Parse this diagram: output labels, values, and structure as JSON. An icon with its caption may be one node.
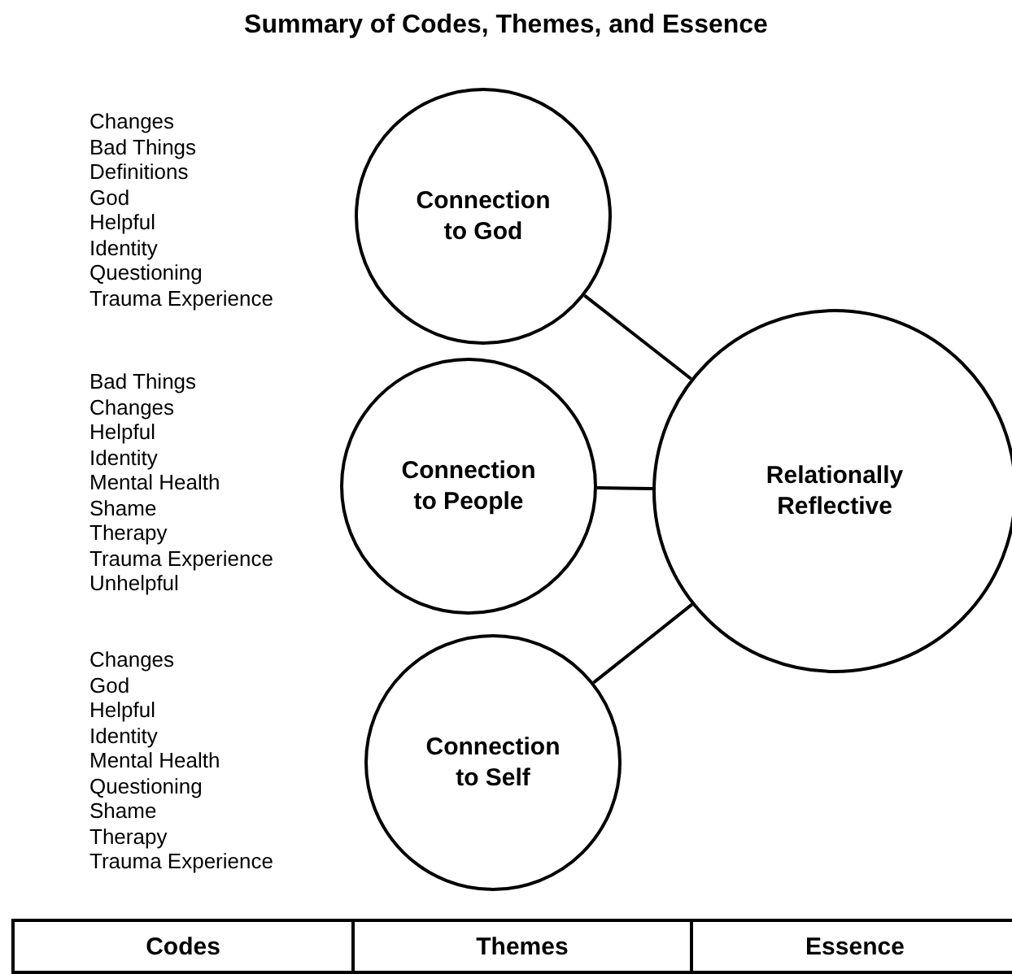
{
  "diagram": {
    "title": "Summary of Codes, Themes, and Essence",
    "nodes": [
      {
        "text": [
          "Connection to God"
        ]
      },
      {
        "text": [
          "Connection to People"
        ]
      },
      {
        "text": [
          "Relationally Reflective"
        ]
      },
      {
        "text": [
          "Connection to Self"
        ]
      }
    ],
    "edges": [
      {
        "from": 0,
        "to": 2,
        "arrow": "none"
      },
      {
        "from": 1,
        "to": 2,
        "arrow": "none"
      },
      {
        "from": 3,
        "to": 2,
        "arrow": "none"
      }
    ],
    "labels": [
      "Changes",
      "Bad Things",
      "Definitions",
      "God",
      "Helpful",
      "Identity",
      "Questioning",
      "Trauma Experience",
      "Bad Things",
      "Changes",
      "Helpful",
      "Identity",
      "Mental Health",
      "Shame",
      "Therapy",
      "Trauma Experience",
      "Unhelpful",
      "Changes",
      "God",
      "Helpful",
      "Identity",
      "Mental Health",
      "Questioning",
      "Shame",
      "Therapy",
      "Trauma Experience",
      "Codes",
      "Themes",
      "Essence"
    ]
  }
}
